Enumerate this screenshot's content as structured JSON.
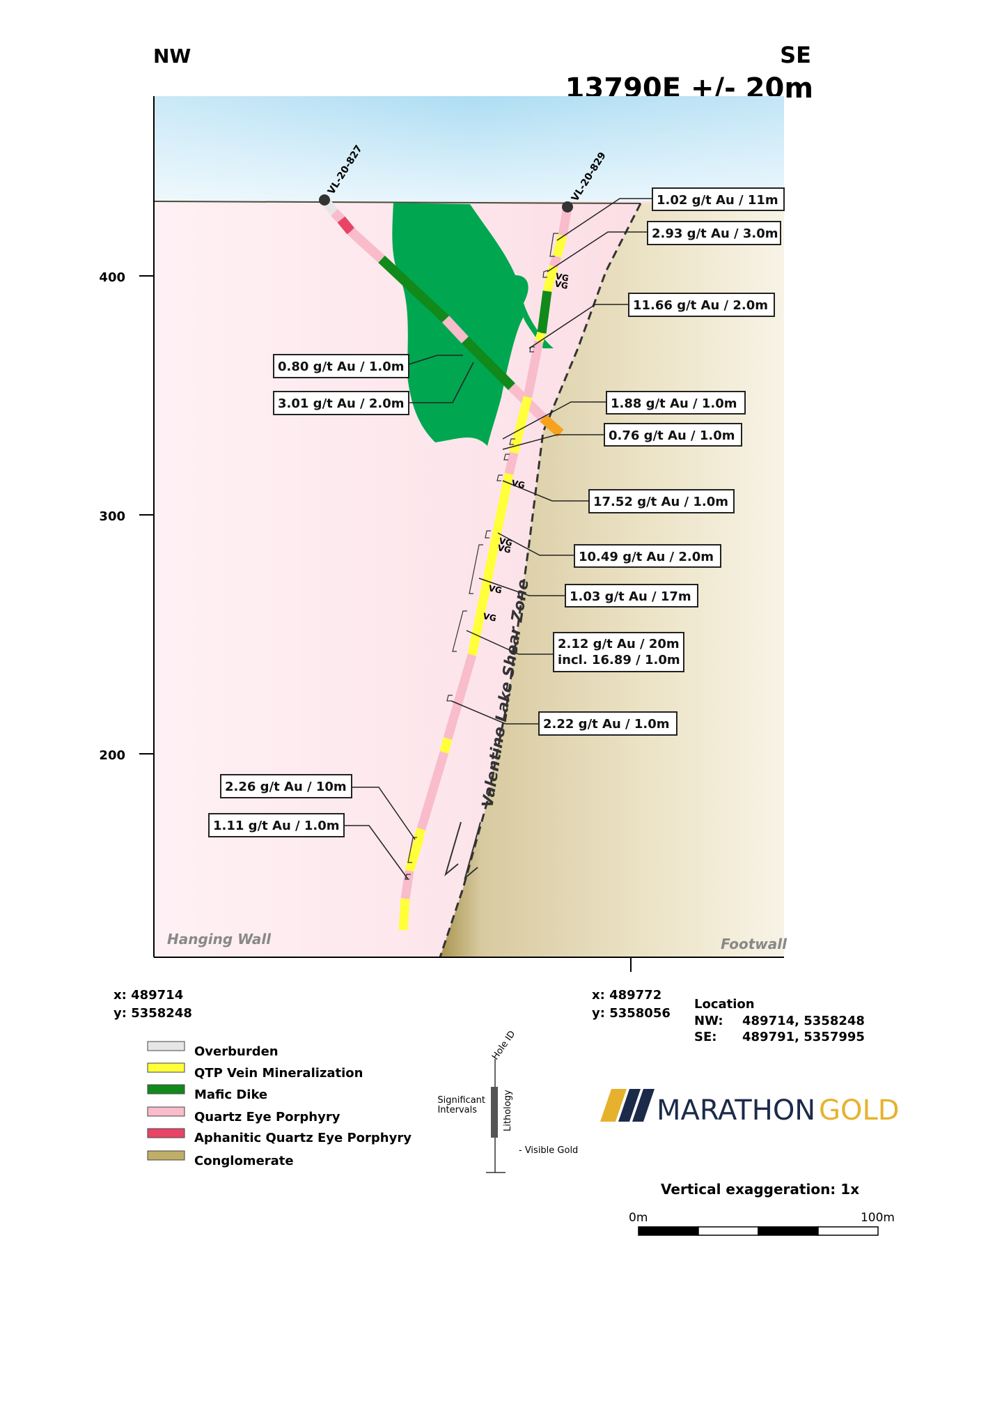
{
  "header": {
    "nw_label": "NW",
    "se_label": "SE",
    "section_title": "13790E +/- 20m"
  },
  "elevation_axis": {
    "ticks": [
      {
        "label": "400",
        "value": 400
      },
      {
        "label": "300",
        "value": 300
      },
      {
        "label": "200",
        "value": 200
      }
    ]
  },
  "holes": [
    {
      "id": "VL-20-827"
    },
    {
      "id": "VL-20-829"
    }
  ],
  "zone_labels": {
    "shear_zone": "Valentine Lake Shear Zone",
    "hanging_wall": "Hanging Wall",
    "footwall": "Footwall",
    "visible_gold": "VG"
  },
  "intervals": [
    {
      "text": "1.02 g/t Au / 11m"
    },
    {
      "text": "2.93 g/t Au / 3.0m"
    },
    {
      "text": "11.66 g/t Au / 2.0m"
    },
    {
      "text": "0.80 g/t Au / 1.0m"
    },
    {
      "text": "3.01 g/t Au / 2.0m"
    },
    {
      "text": "1.88 g/t Au / 1.0m"
    },
    {
      "text": "0.76 g/t Au / 1.0m"
    },
    {
      "text": "17.52 g/t Au / 1.0m"
    },
    {
      "text": "10.49 g/t Au / 2.0m"
    },
    {
      "text": "1.03 g/t Au / 17m"
    },
    {
      "text": "2.12 g/t Au / 20m",
      "text2": "incl. 16.89 / 1.0m"
    },
    {
      "text": "2.22 g/t Au / 1.0m"
    },
    {
      "text": "2.26 g/t Au / 10m"
    },
    {
      "text": "1.11 g/t Au / 1.0m"
    }
  ],
  "coordinates": {
    "left_x": "x: 489714",
    "left_y": "y: 5358248",
    "right_x": "x: 489772",
    "right_y": "y: 5358056"
  },
  "location": {
    "title": "Location",
    "nw_key": "NW:",
    "nw_value": "489714, 5358248",
    "se_key": "SE:",
    "se_value": "489791, 5357995"
  },
  "legend": {
    "items": [
      {
        "label": "Overburden",
        "color": "#e6e6e6"
      },
      {
        "label": "QTP Vein Mineralization",
        "color": "#ffff3a"
      },
      {
        "label": "Mafic Dike",
        "color": "#118a1b"
      },
      {
        "label": "Quartz Eye Porphyry",
        "color": "#f8bccb"
      },
      {
        "label": "Aphanitic Quartz Eye Porphyry",
        "color": "#e84566"
      },
      {
        "label": "Conglomerate",
        "color": "#bfae68"
      }
    ]
  },
  "key_diagram": {
    "hole_id": "Hole ID",
    "significant": "Significant",
    "intervals": "Intervals",
    "lithology": "Lithology",
    "visible_gold": "- Visible Gold"
  },
  "logo": {
    "word1": "MARATHON",
    "word2": "GOLD",
    "dark_color": "#1c2a4a",
    "gold_color": "#e6b22e"
  },
  "scale": {
    "exaggeration": "Vertical exaggeration: 1x",
    "start": "0m",
    "end": "100m"
  },
  "colors": {
    "overburden_sky": "#c8e8f6",
    "hanging_wall": "#fde9ee",
    "mafic": "#00a650",
    "footwall": "#e4dbb8"
  }
}
